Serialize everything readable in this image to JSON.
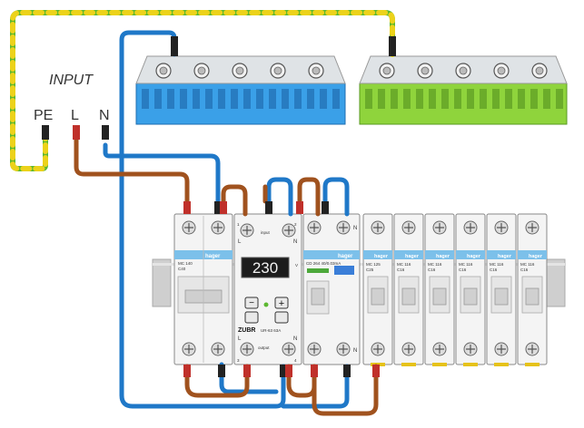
{
  "input": {
    "title": "INPUT",
    "pe_label": "PE",
    "l_label": "L",
    "n_label": "N"
  },
  "relay": {
    "display": "230",
    "brand": "ZUBR",
    "model": "UR-63  63A",
    "input_label": "input",
    "output_label": "output",
    "minus": "−",
    "plus": "+",
    "t1": "1",
    "t2": "2",
    "t3": "3",
    "t4": "4",
    "top_L": "L",
    "top_N": "N",
    "bot_L": "L",
    "bot_N": "N",
    "side_V": "V"
  },
  "breakers": {
    "brand": "hager",
    "main_spec": "MC 140\nC40",
    "rcd_spec": "CD 264  40/0.03mA",
    "rcd_N_top": "N",
    "rcd_N_bot": "N",
    "mcb_specs": [
      "MC 125\nC25",
      "MC 116\nC16",
      "MC 116\nC16",
      "MC 116\nC16",
      "MC 116\nC16",
      "MC 116\nC16"
    ]
  },
  "colors": {
    "phase": "#a0521e",
    "neutral": "#1f78c8",
    "earth_green": "#5cb830",
    "earth_yellow": "#ecd21a",
    "blue_bar": "#3aa0e8",
    "green_bar": "#8fd43c"
  }
}
